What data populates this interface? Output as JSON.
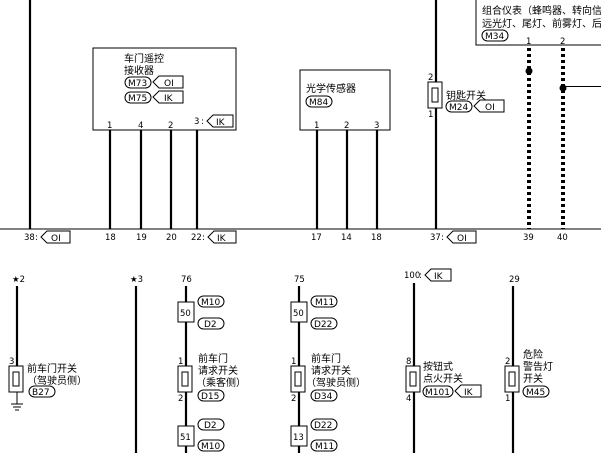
{
  "remote_receiver": {
    "title_line1": "车门遥控",
    "title_line2": "接收器",
    "conn1": "M73",
    "conn1_tag": "OI",
    "conn2": "M75",
    "conn2_tag": "IK",
    "pins": [
      "1",
      "4",
      "2",
      "3"
    ],
    "ref_pin": "3",
    "ref_tag": "IK"
  },
  "light_sensor": {
    "title": "光学传感器",
    "conn": "M84",
    "pins": [
      "1",
      "2",
      "3"
    ]
  },
  "key_switch": {
    "title": "钥匙开关",
    "conn": "M24",
    "conn_tag": "OI",
    "pin_top": "2",
    "pin_bottom": "1"
  },
  "cluster": {
    "line1": "组合仪表（蜂鸣器、转向信号灯",
    "line2": "远光灯、尾灯、前雾灯、后雾灯",
    "conn": "M34",
    "pins": [
      "1",
      "2"
    ]
  },
  "top_bottom_numbers": [
    "38",
    "18",
    "19",
    "20",
    "22",
    "17",
    "14",
    "18",
    "37",
    "39",
    "40"
  ],
  "top_tags": {
    "t38": "OI",
    "t22": "IK",
    "t37": "OI"
  },
  "lower_top": {
    "n2": "★2",
    "n3": "★3",
    "n76": "76",
    "n75": "75",
    "n100": "100",
    "t100": "IK",
    "n29": "29"
  },
  "front_door_sw": {
    "line1": "前车门开关",
    "line2": "（驾驶员侧）",
    "conn": "B27",
    "pin": "3"
  },
  "passenger_req_sw": {
    "line1": "前车门",
    "line2": "请求开关",
    "line3": "（乘客侧）",
    "conn": "D15",
    "jc_top_num": "50",
    "jc_top_a": "M10",
    "jc_top_b": "D2",
    "jc_bot_num": "51",
    "jc_bot_a": "D2",
    "jc_bot_b": "M10",
    "pin_top": "1",
    "pin_bottom": "2"
  },
  "driver_req_sw": {
    "line1": "前车门",
    "line2": "请求开关",
    "line3": "（驾驶员侧）",
    "conn": "D34",
    "jc_top_num": "50",
    "jc_top_a": "M11",
    "jc_top_b": "D22",
    "jc_bot_num": "13",
    "jc_bot_a": "D22",
    "jc_bot_b": "M11",
    "pin_top": "1",
    "pin_bottom": "2"
  },
  "push_ignition_sw": {
    "line1": "按钮式",
    "line2": "点火开关",
    "conn": "M101",
    "conn_tag": "IK",
    "pin_top": "8",
    "pin_bottom": "4"
  },
  "hazard_sw": {
    "line1": "危险",
    "line2": "警告灯",
    "line3": "开关",
    "conn": "M45",
    "pin_top": "2",
    "pin_bottom": "1"
  }
}
